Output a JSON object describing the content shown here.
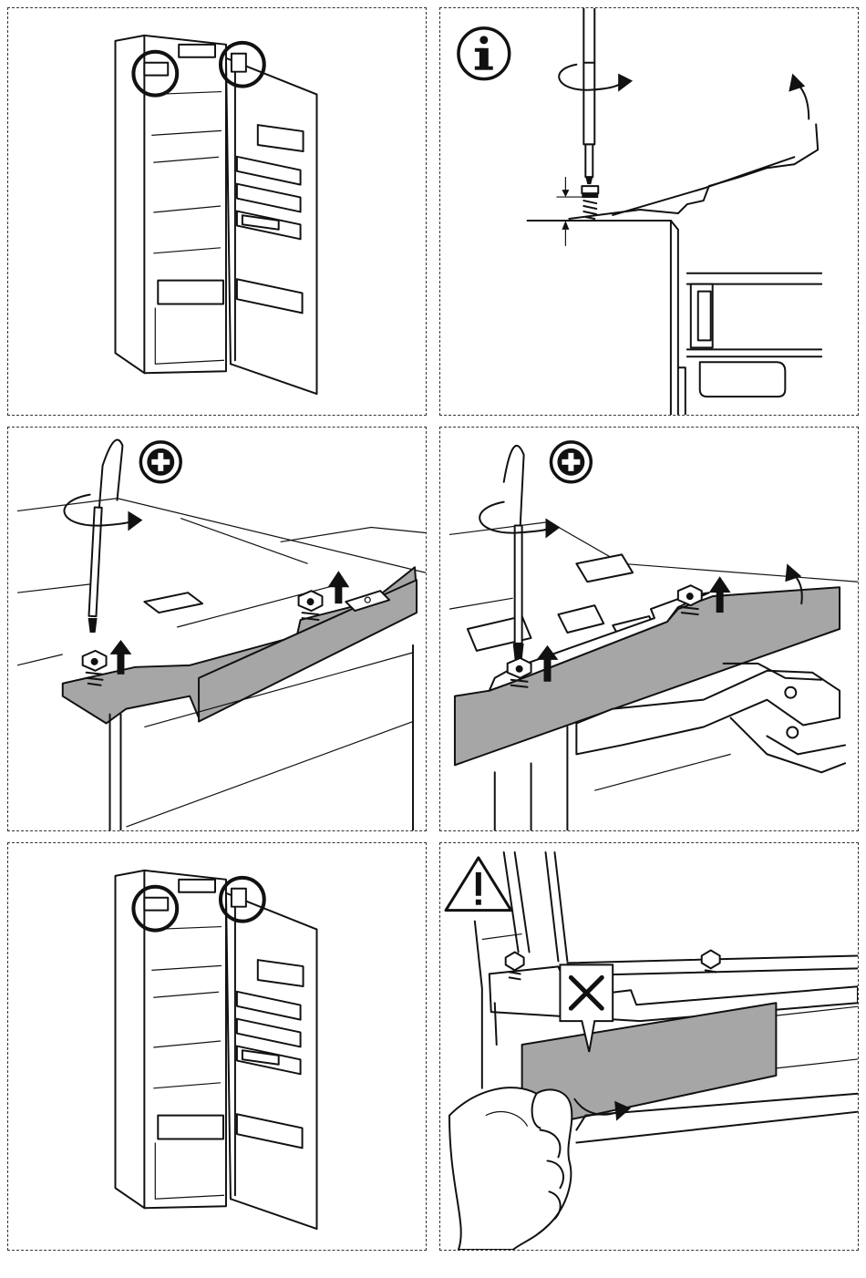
{
  "panels": [
    {
      "id": "step-1",
      "icon": "none",
      "content": "fridge-overview"
    },
    {
      "id": "step-2",
      "icon": "info-icon",
      "content": "screw-height-detail"
    },
    {
      "id": "step-3",
      "icon": "plus-icon",
      "content": "loosen-left-bracket-screws"
    },
    {
      "id": "step-4",
      "icon": "plus-icon",
      "content": "loosen-right-bracket-screws"
    },
    {
      "id": "step-5",
      "icon": "none",
      "content": "fridge-overview"
    },
    {
      "id": "step-6",
      "icon": "warning-icon",
      "content": "do-not-remove-cover"
    }
  ],
  "colors": {
    "line": "#111111",
    "fill_gray": "#a6a6a6",
    "background": "#ffffff",
    "border_dash": "#333333"
  }
}
